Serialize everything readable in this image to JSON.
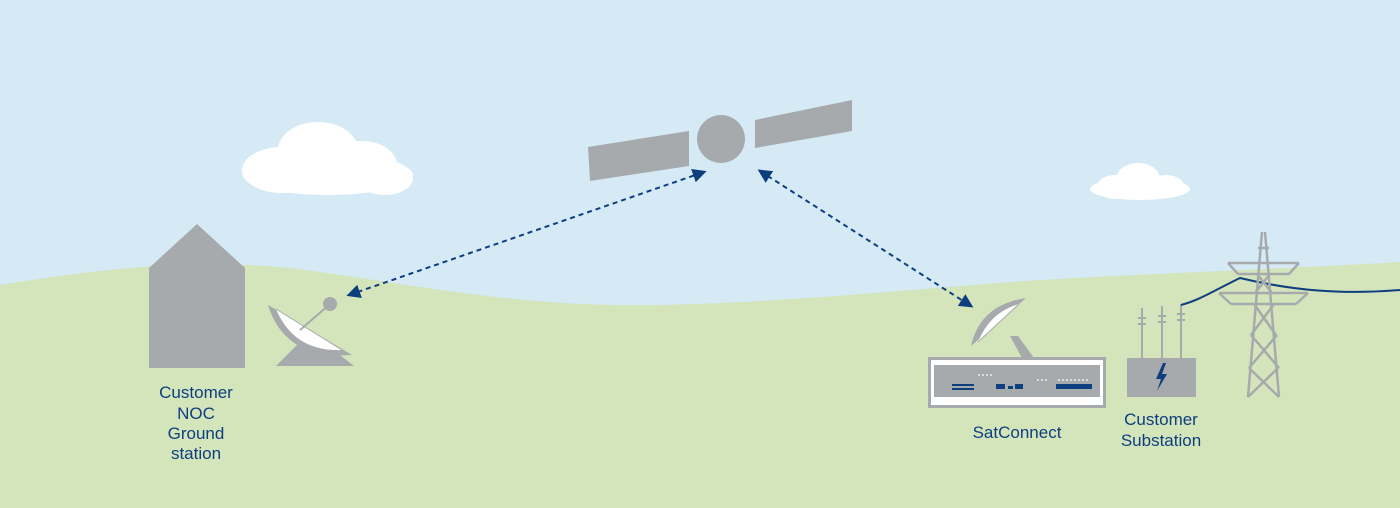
{
  "colors": {
    "sky": "#d5eaf5",
    "ground": "#d4e4bb",
    "device_gray": "#a7aaad",
    "label_blue": "#0d3f7f",
    "link_blue": "#0d3f7f",
    "cloud": "#ffffff"
  },
  "labels": {
    "noc_line1": "Customer",
    "noc_line2": "NOC",
    "noc_line3": "Ground",
    "noc_line4": "station",
    "satconnect": "SatConnect",
    "substation_line1": "Customer",
    "substation_line2": "Substation"
  },
  "icons": {
    "satellite": "satellite-icon",
    "ground_dish": "satellite-dish-icon",
    "building": "building-icon",
    "modem": "satconnect-device-icon",
    "substation": "substation-icon",
    "lightning": "lightning-icon",
    "tower": "power-tower-icon"
  },
  "links": [
    {
      "from": "ground-station-dish",
      "to": "satellite",
      "style": "dashed",
      "arrows": "both"
    },
    {
      "from": "satellite",
      "to": "satconnect-dish",
      "style": "dashed",
      "arrows": "both"
    }
  ]
}
